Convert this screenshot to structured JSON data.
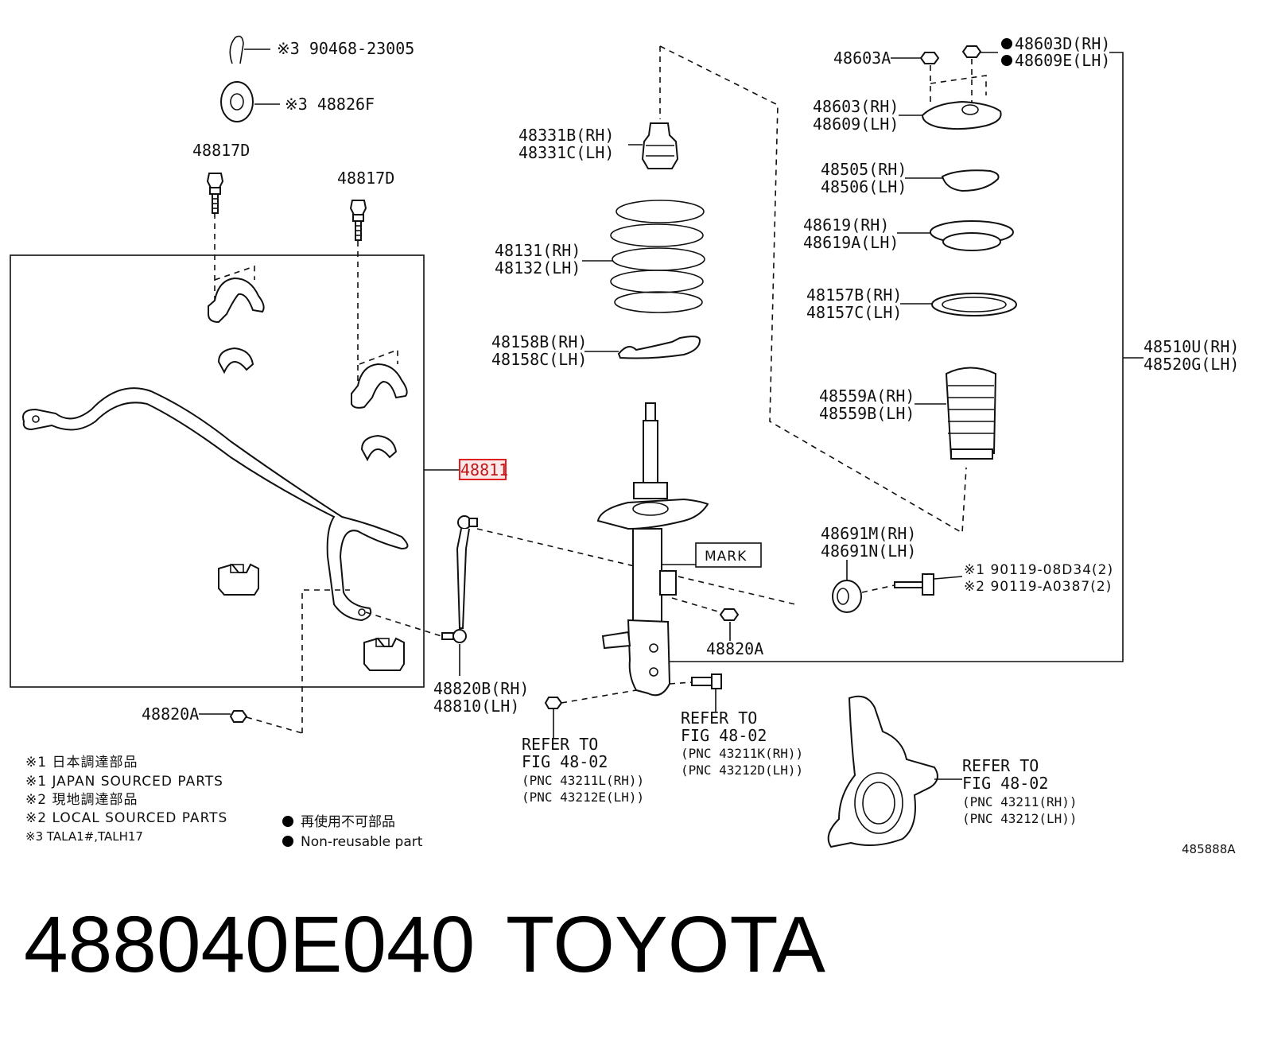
{
  "diagram": {
    "labels": {
      "clip": "※3 90468-23005",
      "grommet": "※3 48826F",
      "bolt_left": "48817D",
      "bolt_right": "48817D",
      "stabilizer": "48811",
      "nut_link_lower": "48820A",
      "link_rh": "48820B(RH)",
      "link_lh": "48810(LH)",
      "bumper_rh": "48331B(RH)",
      "bumper_lh": "48331C(LH)",
      "spring_rh": "48131(RH)",
      "spring_lh": "48132(LH)",
      "insulator_rh": "48158B(RH)",
      "insulator_lh": "48158C(LH)",
      "nut_top": "48603A",
      "nut_d_rh": "48603D(RH)",
      "nut_e_lh": "48609E(LH)",
      "support_rh": "48603(RH)",
      "support_lh": "48609(LH)",
      "seat_rh": "48505(RH)",
      "seat_lh": "48506(LH)",
      "upper_ins_rh": "48619(RH)",
      "upper_ins_lh": "48619A(LH)",
      "bearing_rh": "48157B(RH)",
      "bearing_lh": "48157C(LH)",
      "boot_rh": "48559A(RH)",
      "boot_lh": "48559B(LH)",
      "absorber_rh": "48510U(RH)",
      "absorber_lh": "48520G(LH)",
      "mark": "MARK",
      "nut_strut": "48820A",
      "cushion_rh": "48691M(RH)",
      "cushion_lh": "48691N(LH)",
      "bolt1": "※1 90119-08D34(2)",
      "bolt2": "※2 90119-A0387(2)",
      "refer1": [
        "REFER TO",
        "FIG 48-02",
        "(PNC 43211L(RH))",
        "(PNC 43212E(LH))"
      ],
      "refer2": [
        "REFER TO",
        "FIG 48-02",
        "(PNC 43211K(RH))",
        "(PNC 43212D(LH))"
      ],
      "refer3": [
        "REFER TO",
        "FIG 48-02",
        "(PNC 43211(RH))",
        "(PNC 43212(LH))"
      ],
      "illustration_id": "485888A"
    },
    "notes": [
      "※1 日本調達部品",
      "※1 JAPAN SOURCED PARTS",
      "※2 現地調達部品",
      "※2 LOCAL SOURCED PARTS",
      "※3 TALA1#,TALH17"
    ],
    "legend": {
      "jp": "再使用不可部品",
      "en": "Non-reusable part"
    }
  },
  "footer": {
    "part_number": "488040E040",
    "brand": "TOYOTA"
  },
  "colors": {
    "highlight": "#e02020",
    "ink": "#111111"
  }
}
